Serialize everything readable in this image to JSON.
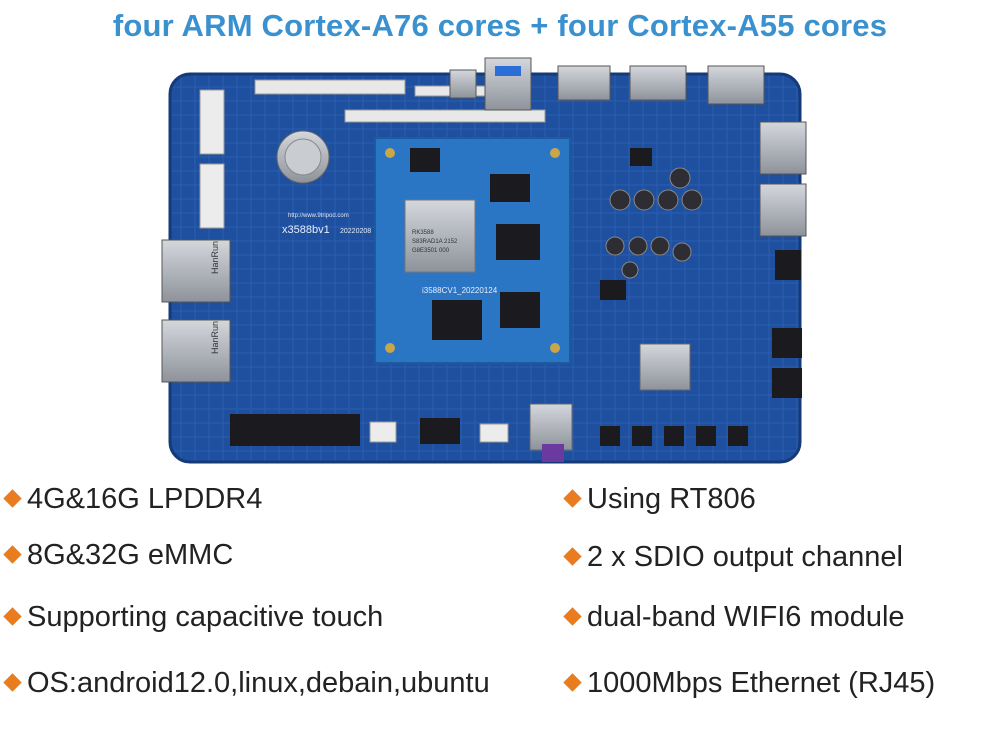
{
  "headline": "four ARM Cortex-A76 cores + four Cortex-A55 cores",
  "board": {
    "silk_model": "x3588bv1",
    "silk_date": "20220208",
    "silk_url": "http://www.9tripod.com",
    "soc_lines": [
      "RK3588",
      "S83RAD1A 2152",
      "G8E3501 000"
    ],
    "som_label": "i3588CV1_20220124",
    "jack_brand": "HanRun",
    "colors": {
      "pcb": "#1e4f9e",
      "som": "#2a76c5",
      "silver": "#b8bcc4",
      "black": "#1b1b1f"
    }
  },
  "features": {
    "bullet_icon": "diamond-icon",
    "bullet_color": "#e87c1e",
    "left": [
      "4G&16G LPDDR4",
      "8G&32G  eMMC",
      "Supporting capacitive touch",
      "OS:android12.0,linux,debain,ubuntu"
    ],
    "right": [
      "Using RT806",
      "2 x SDIO output channel",
      "dual-band WIFI6 module",
      "1000Mbps Ethernet (RJ45)"
    ]
  }
}
